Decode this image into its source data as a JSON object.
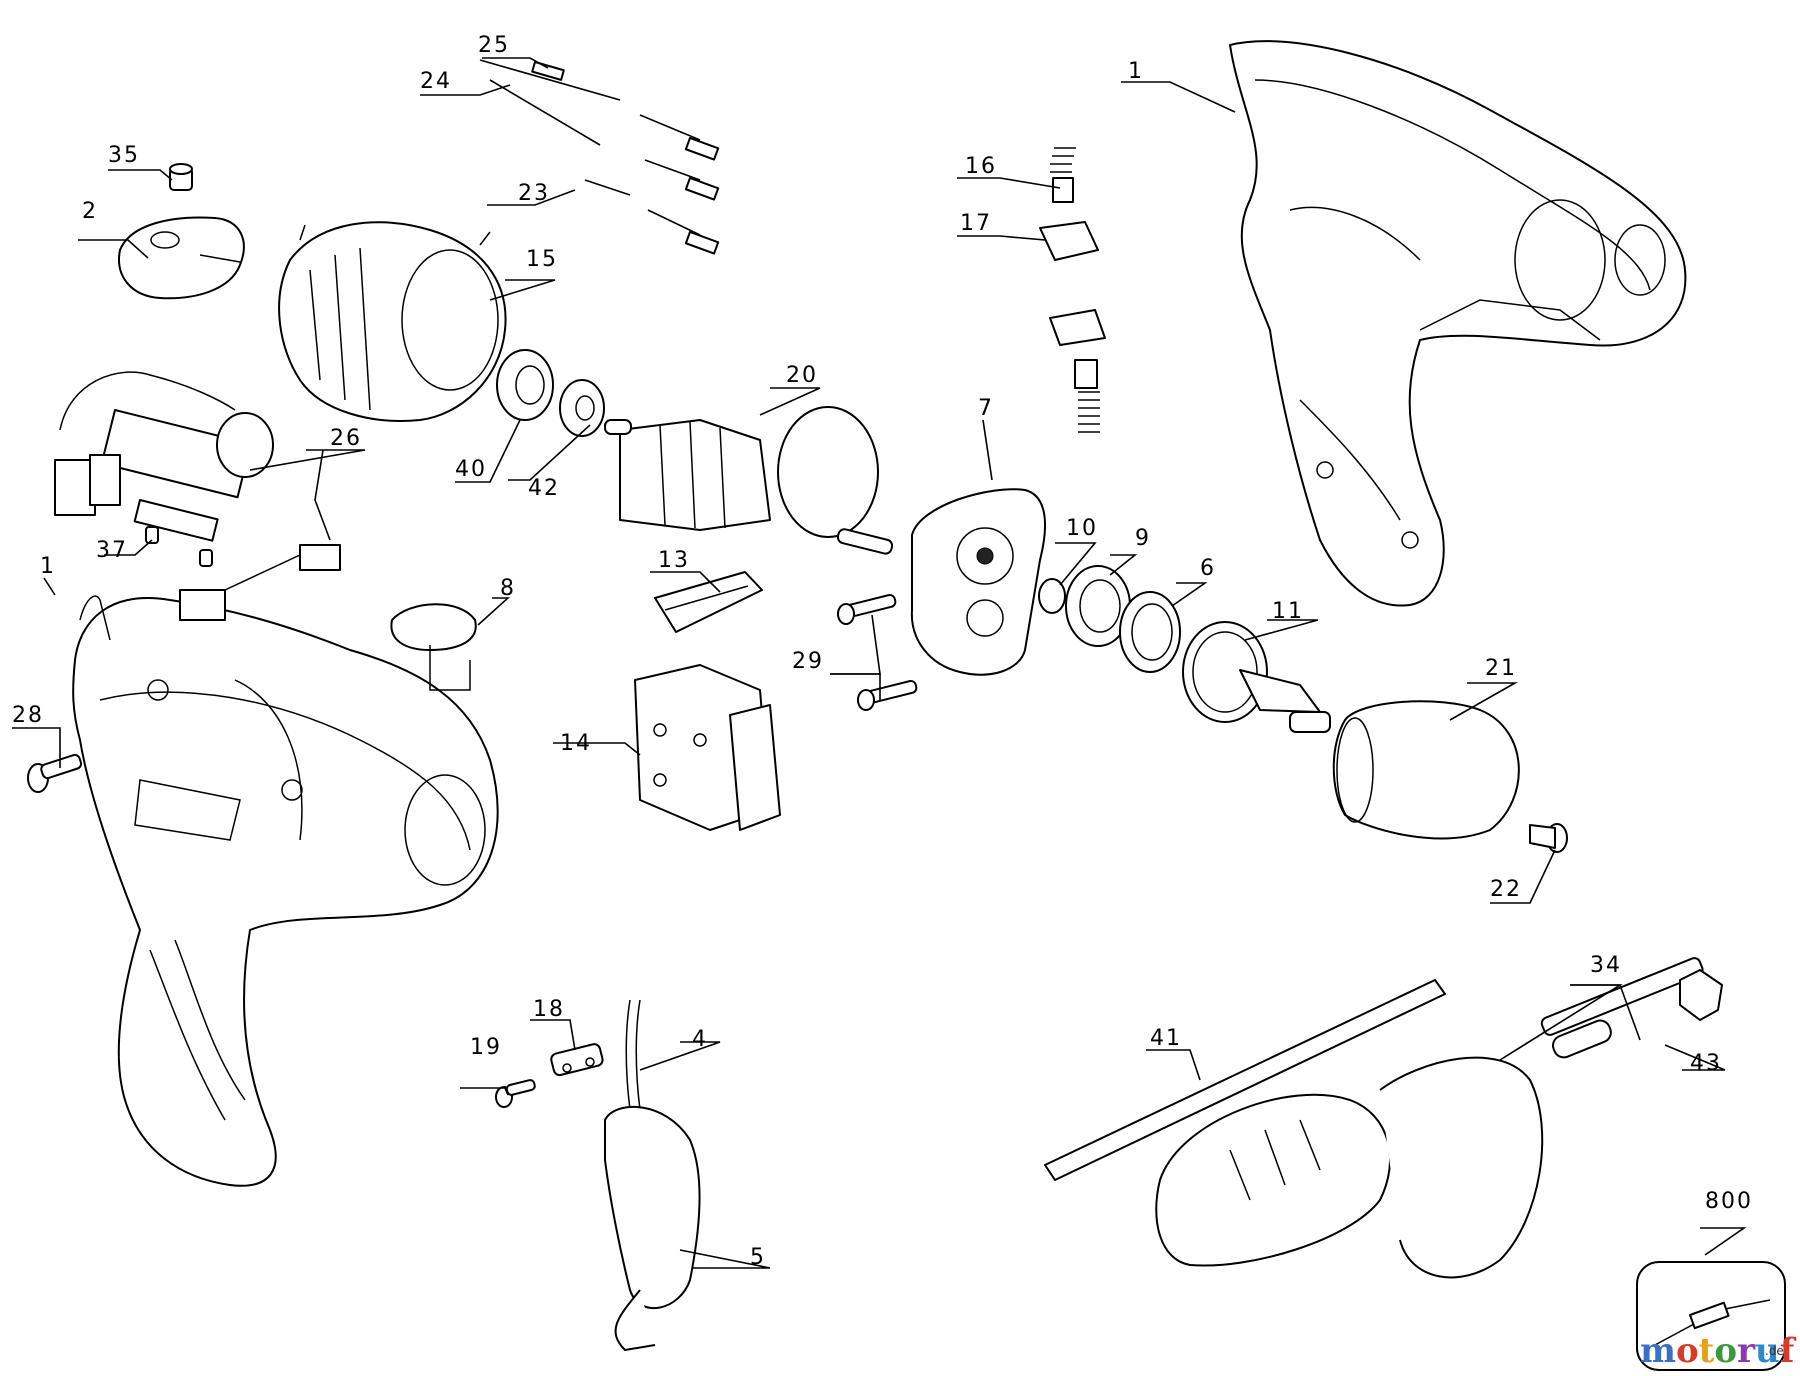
{
  "labels": {
    "l1a": "1",
    "l1b": "1",
    "l2": "2",
    "l4": "4",
    "l5": "5",
    "l6": "6",
    "l7": "7",
    "l8": "8",
    "l9": "9",
    "l10": "10",
    "l11": "11",
    "l13": "13",
    "l14": "14",
    "l15": "15",
    "l16": "16",
    "l17": "17",
    "l18": "18",
    "l19": "19",
    "l20": "20",
    "l21": "21",
    "l22": "22",
    "l23": "23",
    "l24": "24",
    "l25": "25",
    "l26": "26",
    "l28": "28",
    "l29": "29",
    "l34": "34",
    "l35": "35",
    "l37": "37",
    "l40": "40",
    "l41": "41",
    "l42": "42",
    "l43": "43",
    "l800": "800"
  },
  "watermark": {
    "text": "motoruf",
    "suffix": ".de",
    "colors": [
      "#3a6fc4",
      "#d63a2a",
      "#e8a21a",
      "#3a9a3a",
      "#8a3ab0",
      "#2a8ad0",
      "#d63a2a"
    ]
  }
}
